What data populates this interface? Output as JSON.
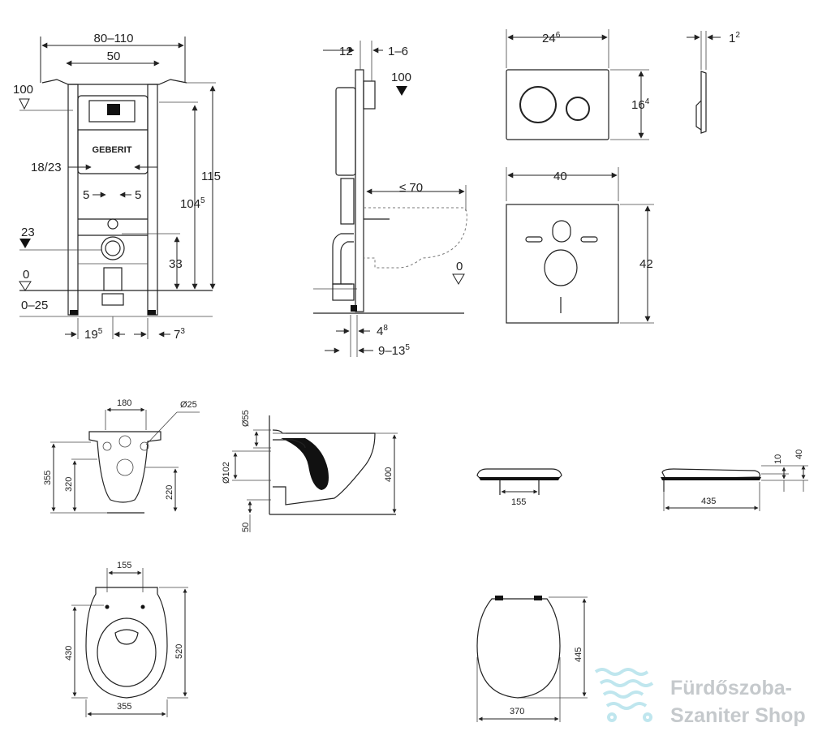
{
  "watermark": {
    "line1": "Fürdőszoba-",
    "line2": "Szaniter Shop",
    "color": "#c5c9cc"
  },
  "frame_front": {
    "width_range": "80–110",
    "width": "50",
    "supply_height": "100",
    "flange_spacing": "18/23",
    "offset_left": "5",
    "offset_right": "5",
    "drain_height": "23",
    "floor_level": "0",
    "floor_range": "0–25",
    "drain_offset": "33",
    "height_inner": "104",
    "height_inner_sup": "5",
    "height_total": "115",
    "foot_left": "19",
    "foot_left_sup": "5",
    "foot_right": "7",
    "foot_right_sup": "3",
    "brand": "GEBERIT"
  },
  "frame_side": {
    "depth_top": "12",
    "wall_gap": "1–6",
    "supply_height": "100",
    "projection": "≤ 70",
    "floor_level": "0",
    "foot_depth": "4",
    "foot_depth_sup": "8",
    "depth_range": "9–13",
    "depth_range_sup": "5"
  },
  "flush_plate": {
    "width": "24",
    "width_sup": "6",
    "height": "16",
    "height_sup": "4",
    "thickness": "1",
    "thickness_sup": "2"
  },
  "sound_pad": {
    "width": "40",
    "height": "42"
  },
  "bowl_front": {
    "bolt_spacing": "180",
    "hole_diameter": "Ø25",
    "h_total": "355",
    "h_outlet": "320",
    "h_low": "220"
  },
  "bowl_side": {
    "top_dia": "Ø55",
    "outlet_dia": "Ø102",
    "height": "400",
    "bottom": "50"
  },
  "seat_front": {
    "hinge_spacing": "155"
  },
  "seat_side": {
    "length": "435",
    "thick_a": "10",
    "thick_b": "40"
  },
  "bowl_top": {
    "bolt_spacing": "155",
    "depth_inner": "430",
    "depth_total": "520",
    "width": "355"
  },
  "seat_top": {
    "length": "445",
    "width": "370"
  }
}
